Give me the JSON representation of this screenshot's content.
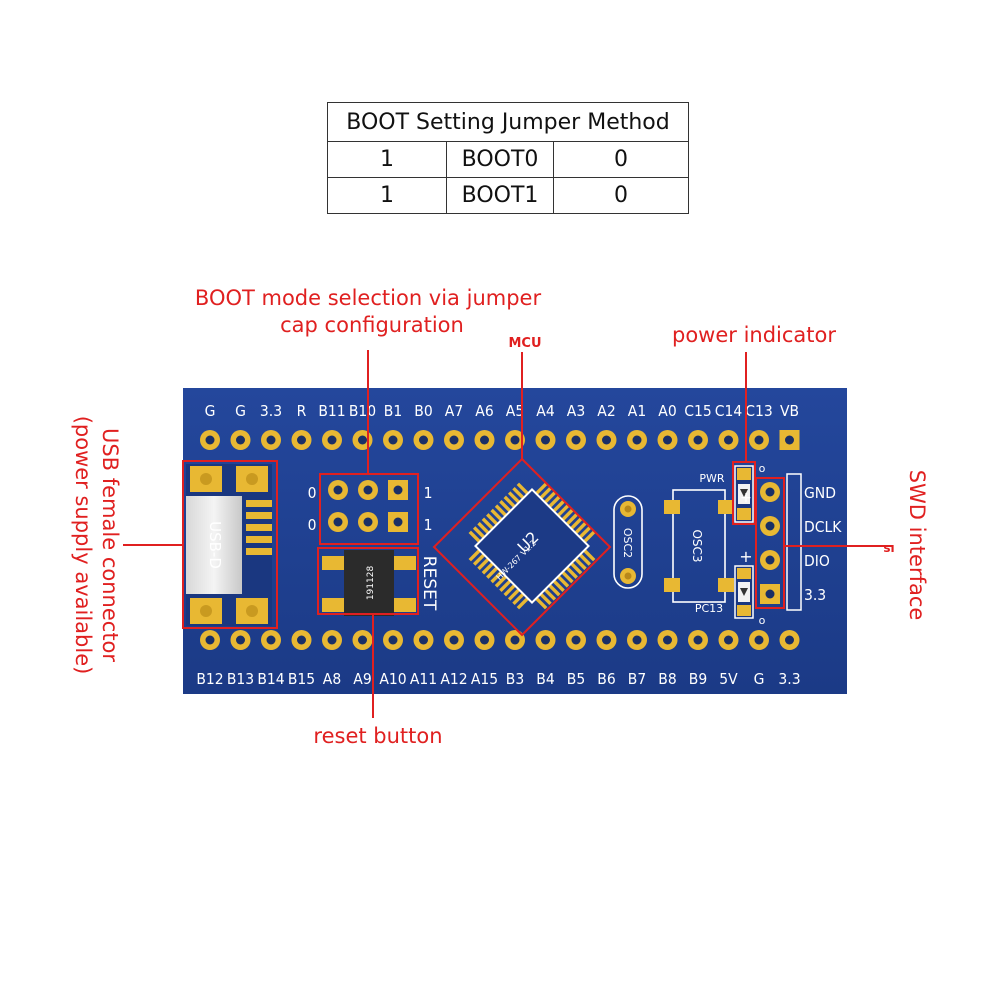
{
  "table": {
    "title": "BOOT Setting Jumper Method",
    "rows": [
      {
        "jumper": "1",
        "name": "BOOT0",
        "value": "0"
      },
      {
        "jumper": "1",
        "name": "BOOT1",
        "value": "0"
      }
    ]
  },
  "annotations": {
    "boot_mode_line1": "BOOT mode selection via jumper",
    "boot_mode_line2": "cap configuration",
    "mcu": "MCU",
    "power_indicator": "power indicator",
    "usb_line1": "USB female connector",
    "usb_line2": "(power supply available)",
    "swd": "SWD interface",
    "reset": "reset button"
  },
  "board": {
    "top_pins": [
      "G",
      "G",
      "3.3",
      "R",
      "B11",
      "B10",
      "B1",
      "B0",
      "A7",
      "A6",
      "A5",
      "A4",
      "A3",
      "A2",
      "A1",
      "A0",
      "C15",
      "C14",
      "C13",
      "VB"
    ],
    "bottom_pins": [
      "B12",
      "B13",
      "B14",
      "B15",
      "A8",
      "A9",
      "A10",
      "A11",
      "A12",
      "A15",
      "B3",
      "B4",
      "B5",
      "B6",
      "B7",
      "B8",
      "B9",
      "5V",
      "G",
      "3.3"
    ],
    "swd_pins": [
      "GND",
      "DCLK",
      "DIO",
      "3.3"
    ],
    "boot_left_0a": "0",
    "boot_left_0b": "0",
    "boot_right_1a": "1",
    "boot_right_1b": "1",
    "reset_label": "RESET",
    "button_text": "191128",
    "usb_text": "USB-D",
    "osc2": "OSC2",
    "osc3": "OSC3",
    "pwr": "PWR",
    "pc13": "PC13",
    "chip_label": "U2",
    "chip_version": "HW-267 V1.2",
    "plus": "+",
    "circle_mark": "o",
    "swd_mark": "sı"
  },
  "colors": {
    "pcb": "#1f3f8f",
    "pad": "#e8b833",
    "annotation": "#e02020"
  }
}
